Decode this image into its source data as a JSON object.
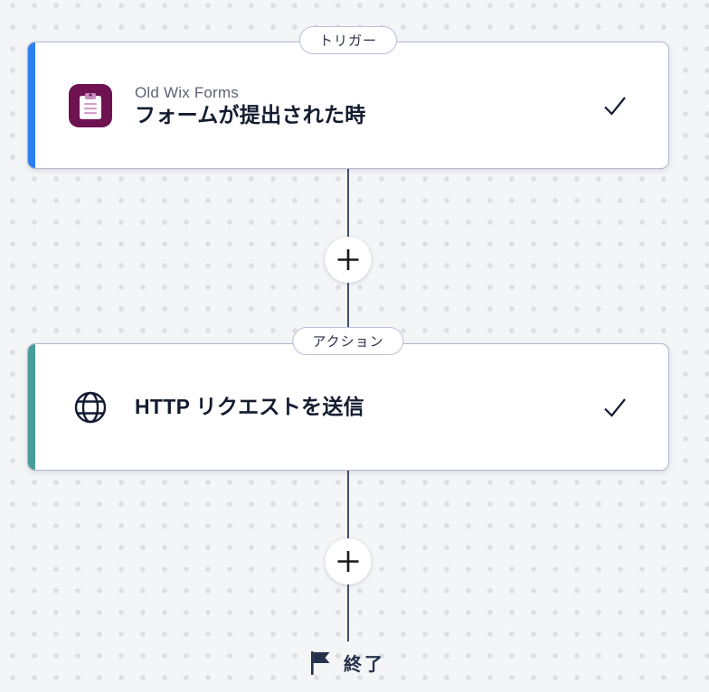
{
  "canvas": {
    "background_color": "#f4f5f7",
    "dot_color": "#dedee1"
  },
  "trigger": {
    "badge_label": "トリガー",
    "app_name": "Old Wix Forms",
    "title": "フォームが提出された時",
    "accent_color": "#2b7ff1",
    "app_icon_color": "#6e1252",
    "icon": "clipboard-icon",
    "status": "checkmark-icon"
  },
  "action": {
    "badge_label": "アクション",
    "title": "HTTP リクエストを送信",
    "accent_color": "#4a9c98",
    "icon": "globe-icon",
    "status": "checkmark-icon"
  },
  "add_step": {
    "icon": "plus-icon"
  },
  "end_marker": {
    "icon": "flag-icon",
    "label": "終了"
  }
}
